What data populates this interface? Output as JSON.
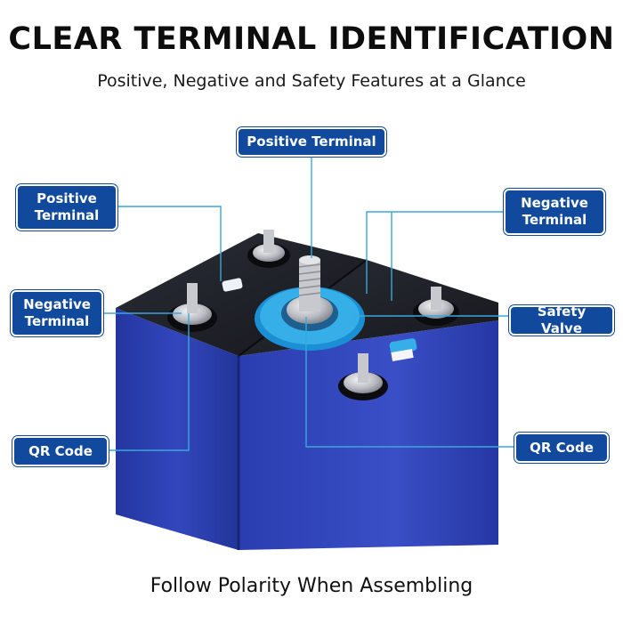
{
  "header": {
    "title": "CLEAR TERMINAL IDENTIFICATION",
    "subtitle": "Positive, Negative and Safety Features at a Glance"
  },
  "footer": {
    "text": "Follow Polarity When Assembling"
  },
  "callouts": {
    "positive_top": "Positive Terminal",
    "positive_left": "Positive Terminal",
    "negative_right": "Negative Terminal",
    "negative_left": "Negative Terminal",
    "safety_valve": "Safety Valve",
    "qr_left": "QR Code",
    "qr_right": "QR Code"
  },
  "colors": {
    "callout_fill": "#114a9c",
    "leader_line": "#3aa7dd",
    "cell_body": "#2d3fb0",
    "cell_top": "#1c1f26",
    "safety_valve_ring": "#33a9e6"
  },
  "icons": {
    "terminal_bolt": "bolt-icon",
    "safety_valve": "valve-icon",
    "qr_label": "qr-sticker-icon"
  }
}
